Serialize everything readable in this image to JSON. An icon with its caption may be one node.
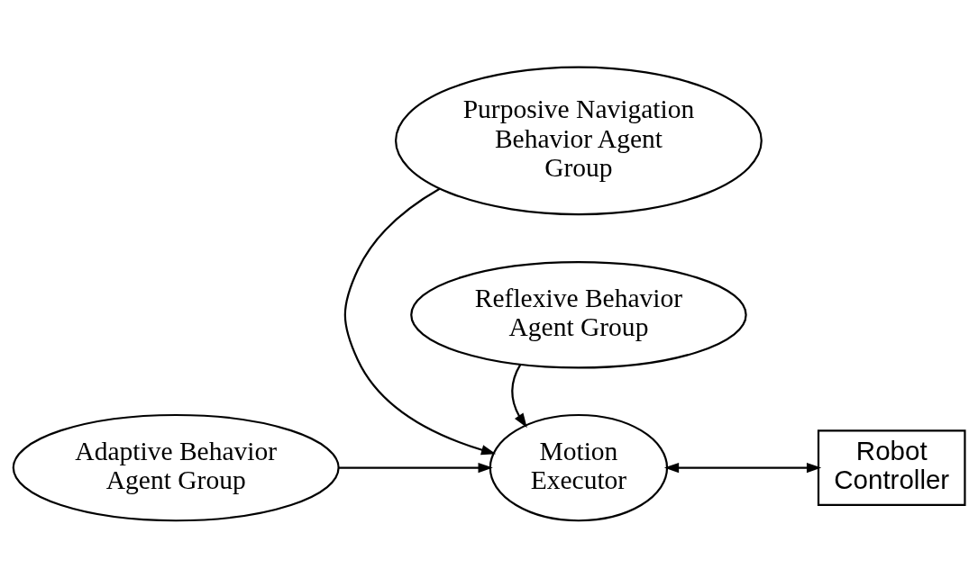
{
  "diagram": {
    "nodes": [
      {
        "text": [
          "Purposive Navigation Behavior Agent Group"
        ]
      },
      {
        "text": [
          "Adaptive Behavior Agent Group"
        ]
      },
      {
        "text": [
          "Motion Executor"
        ]
      },
      {
        "text": [
          "Robot Controller"
        ]
      },
      {
        "text": [
          "Reflexive Behavior Agent Group"
        ]
      }
    ],
    "edges": [
      {
        "from": 0,
        "to": 2,
        "arrow": "to"
      },
      {
        "from": 1,
        "to": 2,
        "arrow": "to"
      },
      {
        "from": 2,
        "to": 3,
        "arrow": "both"
      },
      {
        "from": 4,
        "to": 2,
        "arrow": "to"
      }
    ]
  }
}
